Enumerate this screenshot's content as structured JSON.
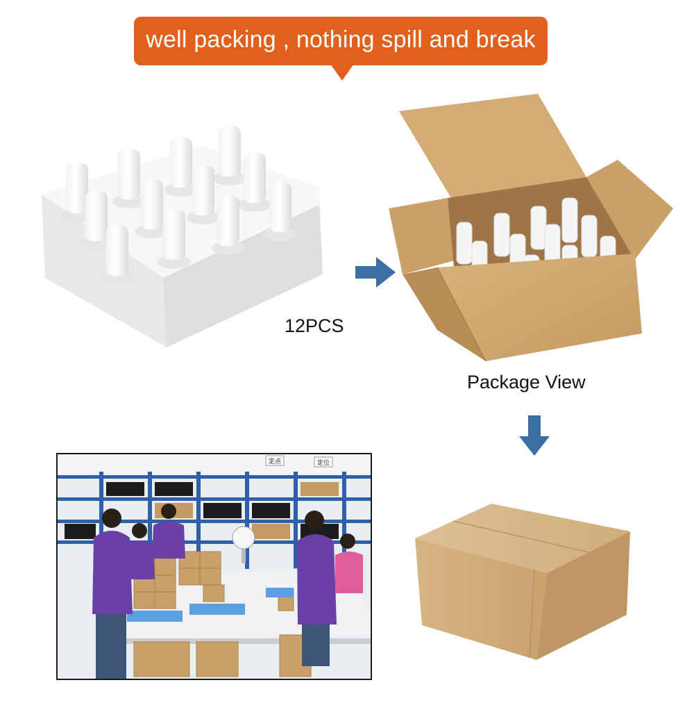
{
  "banner": {
    "text": "well packing , nothing spill and break",
    "color": "#e0601c"
  },
  "captions": {
    "quantity": "12PCS",
    "package_view": "Package View"
  },
  "photo": {
    "shelf_labels": [
      "定点",
      "定位"
    ]
  },
  "colors": {
    "arrow": "#3a6ea5",
    "cardboard": "#cfa56e",
    "foam": "#f4f4f4"
  }
}
